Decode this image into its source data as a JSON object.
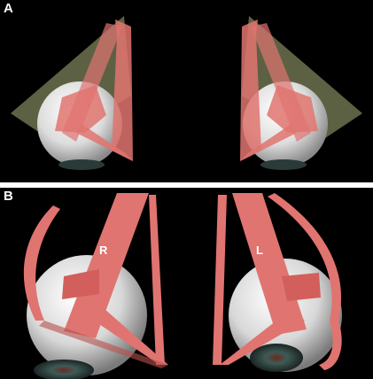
{
  "panels": [
    {
      "label": "A"
    },
    {
      "label": "B",
      "eye_labels": {
        "right": "R",
        "left": "L"
      }
    }
  ],
  "colors": {
    "background": "#000000",
    "divider": "#ffffff",
    "muscle": "#e07470",
    "muscle_dark": "#b8504c",
    "cone": "#a9b07a",
    "sclera": "#e8e8e8"
  }
}
